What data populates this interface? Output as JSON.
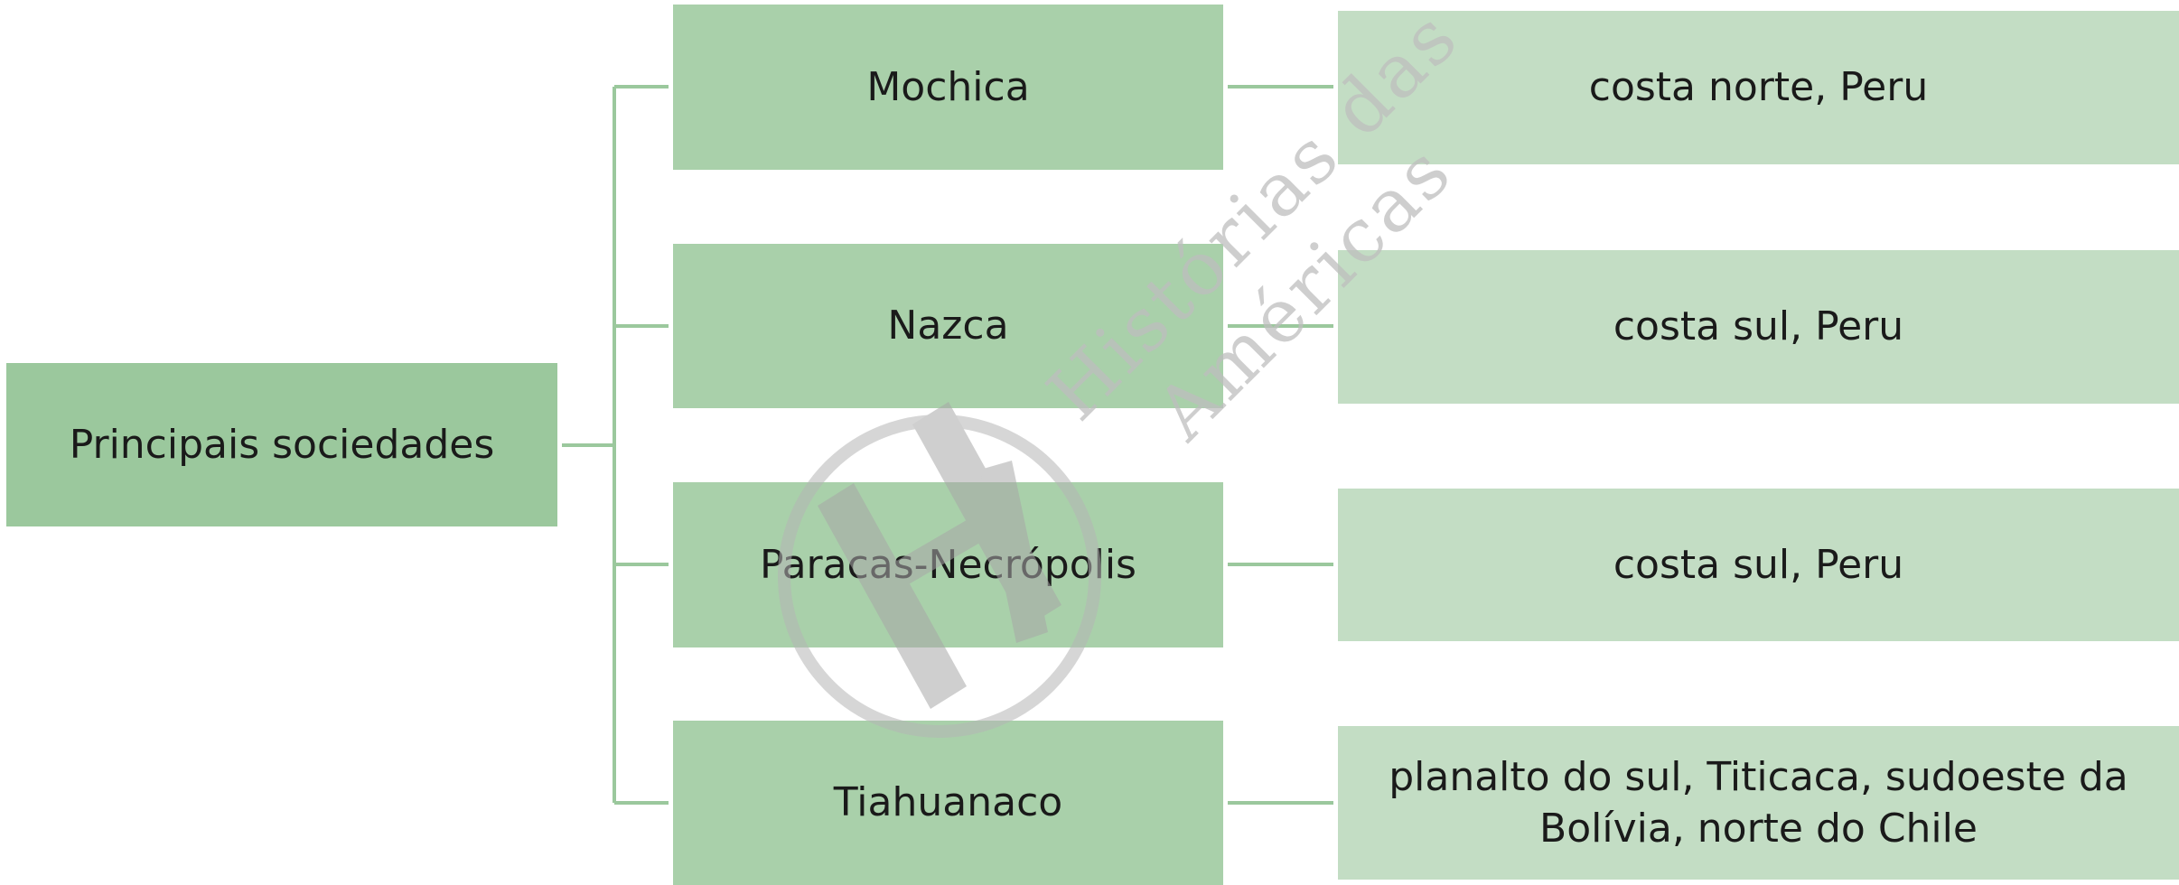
{
  "diagram": {
    "root": {
      "label": "Principais sociedades"
    },
    "branches": [
      {
        "name": "Mochica",
        "location": "costa norte, Peru"
      },
      {
        "name": "Nazca",
        "location": "costa sul, Peru"
      },
      {
        "name": "Paracas-Necrópolis",
        "location": "costa sul, Peru"
      },
      {
        "name": "Tiahuanaco",
        "location": "planalto do sul, Titicaca, sudoeste da Bolívia, norte do Chile"
      }
    ]
  },
  "watermark": {
    "line1": "Histórias das",
    "line2": "Américas",
    "logo_letters": "HA"
  },
  "colors": {
    "root_fill": "#9bc89d",
    "branch_fill": "#a9d0aa",
    "leaf_fill": "#c3ddc4",
    "connector": "#9bc89d",
    "watermark": "#bdbdbd"
  }
}
